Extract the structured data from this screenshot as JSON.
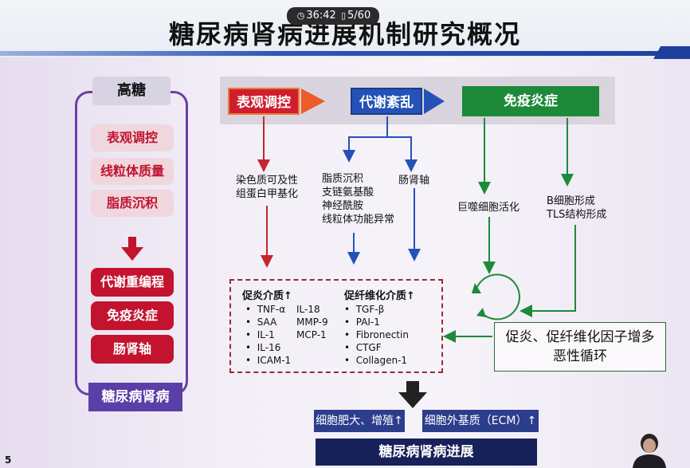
{
  "slide": {
    "title": "糖尿病肾病进展机制研究概况",
    "page_number": "5"
  },
  "overlay": {
    "timer": "36:42",
    "page_counter": "5/60"
  },
  "left_panel": {
    "top_label": "高糖",
    "pink_items": [
      "表观调控",
      "线粒体质量",
      "脂质沉积"
    ],
    "red_items": [
      "代谢重编程",
      "免疫炎症",
      "肠肾轴"
    ],
    "bottom_label": "糖尿病肾病"
  },
  "headers": {
    "epigenetic": "表观调控",
    "metabolic": "代谢紊乱",
    "immune": "免疫炎症"
  },
  "mechanisms": {
    "epigenetic_text": [
      "染色质可及性",
      "组蛋白甲基化"
    ],
    "lipid_text": [
      "脂质沉积",
      "支链氨基酸",
      "神经酰胺",
      "线粒体功能异常"
    ],
    "gut_kidney": "肠肾轴",
    "macrophage": "巨噬细胞活化",
    "b_cell_text": [
      "B细胞形成",
      "TLS结构形成"
    ]
  },
  "mediators": {
    "inflammatory_title": "促炎介质↑",
    "inflammatory_col1": [
      "TNF-α",
      "SAA",
      "IL-1",
      "IL-16",
      "ICAM-1"
    ],
    "inflammatory_col2": [
      "IL-18",
      "MMP-9",
      "MCP-1"
    ],
    "fibrotic_title": "促纤维化介质↑",
    "fibrotic_items": [
      "TGF-β",
      "PAI-1",
      "Fibronectin",
      "CTGF",
      "Collagen-1"
    ]
  },
  "cycle_result": [
    "促炎、促纤维化因子增多",
    "恶性循环"
  ],
  "outcomes": {
    "hypertrophy": "细胞肥大、增殖↑",
    "ecm": "细胞外基质（ECM）↑",
    "final": "糖尿病肾病进展"
  },
  "colors": {
    "red": "#cf1f2e",
    "blue": "#2452b8",
    "green": "#1d8a3a",
    "purple": "#6b3fa6",
    "navy": "#17225a"
  }
}
